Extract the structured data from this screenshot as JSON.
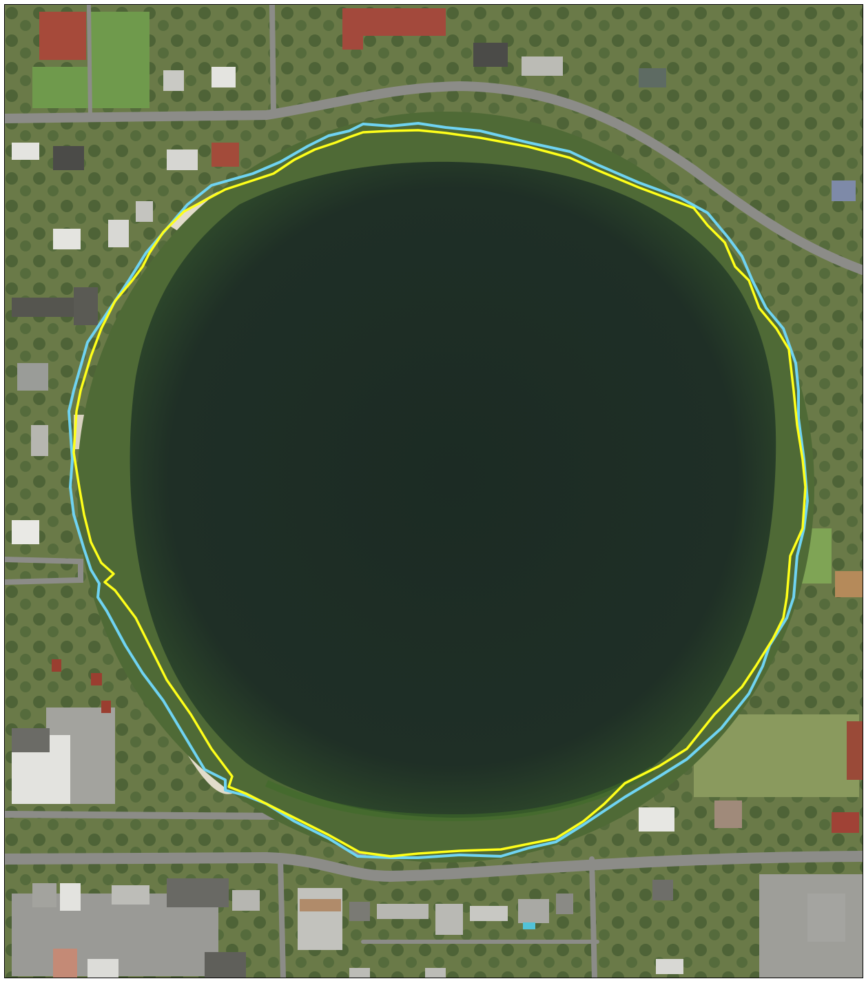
{
  "map": {
    "basemap": "aerial-imagery",
    "features": {
      "lake": {
        "kind": "water-body",
        "shape": "near-circular",
        "color": "#1f2f26"
      },
      "outlines": [
        {
          "id": "outer-boundary",
          "color": "#6fd3f2"
        },
        {
          "id": "inner-boundary",
          "color": "#ffff1a"
        }
      ],
      "roads_color": "#8c8c88",
      "vegetation_color": "#2d4a22",
      "beach_color": "#e2dccb"
    }
  }
}
